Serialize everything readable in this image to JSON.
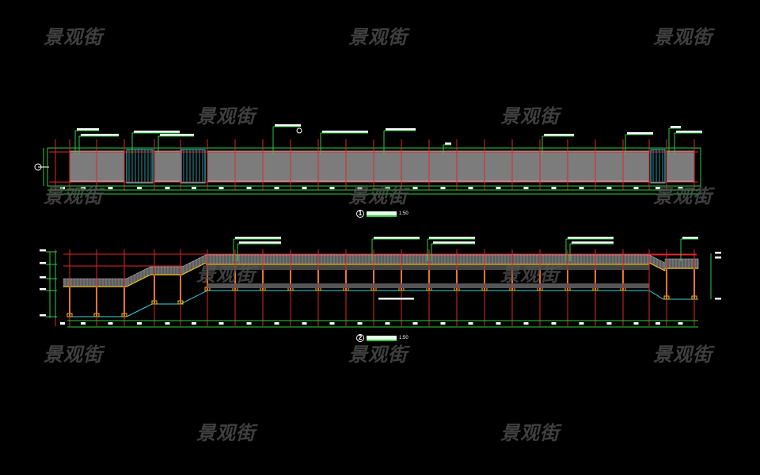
{
  "watermark": "景观街",
  "drawings": [
    {
      "number": "1",
      "scale": "1:50"
    },
    {
      "number": "2",
      "scale": "1:50"
    }
  ],
  "colors": {
    "background": "#000000",
    "grid": "#e0262b",
    "dimension": "#2ecc40",
    "hatch": "#38d6e0",
    "column": "#f5c518",
    "fill": "#7c7c7c",
    "watermark": "#555555"
  }
}
